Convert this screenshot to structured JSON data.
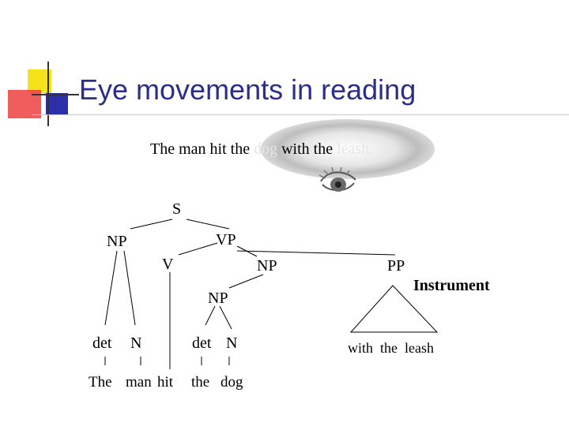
{
  "slide": {
    "title": "Eye movements in reading",
    "sentence": {
      "visible_part": "The man hit the",
      "faded_1": "dog",
      "middle": "with the",
      "faded_2": "leash",
      "end": "."
    }
  },
  "tree": {
    "S": "S",
    "NP1": "NP",
    "VP": "VP",
    "V": "V",
    "NP2": "NP",
    "PP": "PP",
    "NP3": "NP",
    "det1": "det",
    "N1": "N",
    "det2": "det",
    "N2": "N",
    "leaf_the": "The",
    "leaf_man": "man",
    "leaf_hit": "hit",
    "leaf_the2": "the",
    "leaf_dog": "dog",
    "pp_phrase": "with  the  leash",
    "instrument": "Instrument"
  },
  "colors": {
    "title": "#2b2e8a",
    "accent_yellow": "#f4e21a",
    "accent_red": "#ee3f3f",
    "accent_blue": "#2d2fa8",
    "rule": "#c8c8c8"
  },
  "icons": [
    "eye-icon",
    "decorative-squares"
  ]
}
